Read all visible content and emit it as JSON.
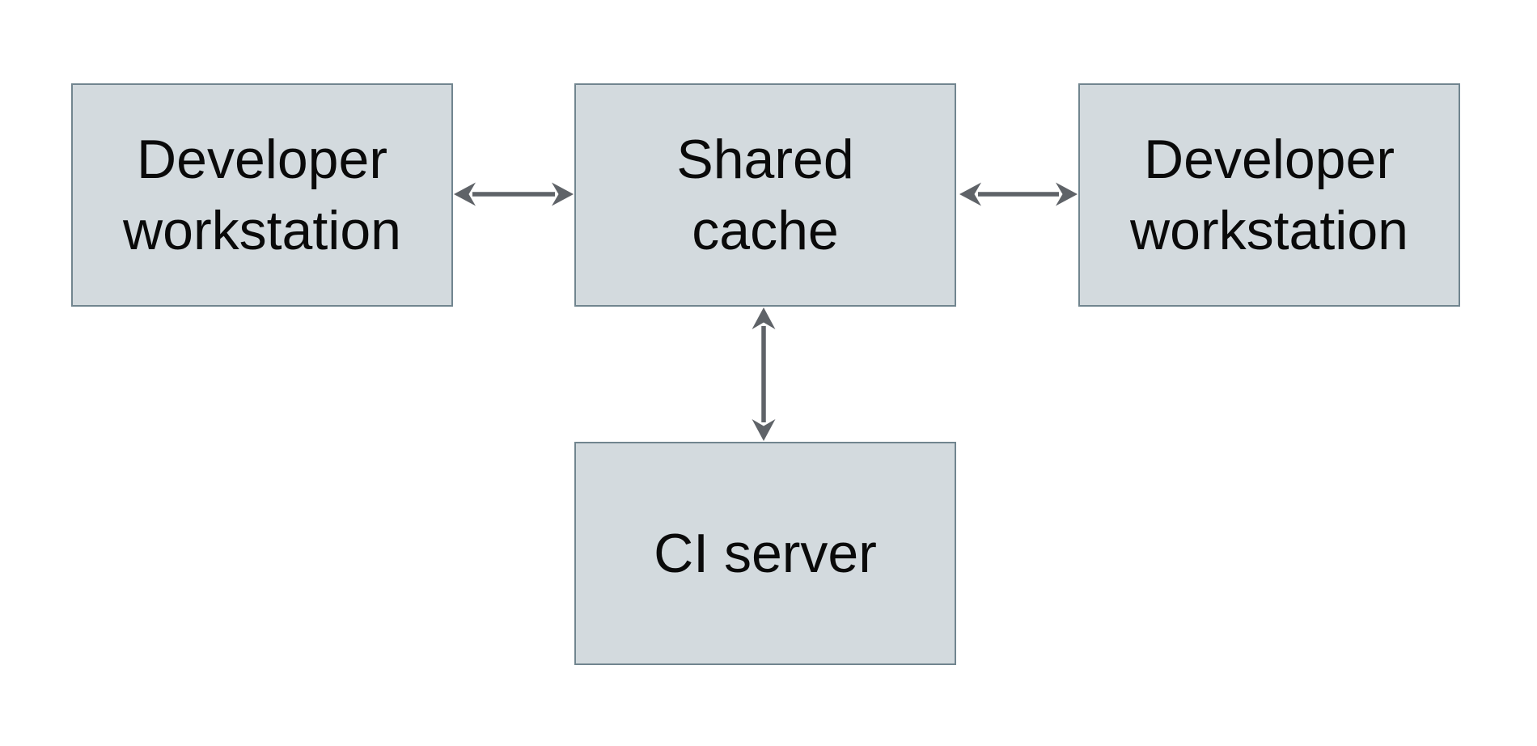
{
  "colors": {
    "background": "#ffffff",
    "node_fill": "#d3dade",
    "node_border": "#71858f",
    "arrow": "#5f6368",
    "text": "#0a0a0a"
  },
  "nodes": {
    "developer_workstation_left": {
      "label": "Developer workstation",
      "lines": [
        "Developer",
        "workstation"
      ]
    },
    "shared_cache": {
      "label": "Shared cache",
      "lines": [
        "Shared",
        "cache"
      ]
    },
    "developer_workstation_right": {
      "label": "Developer workstation",
      "lines": [
        "Developer",
        "workstation"
      ]
    },
    "ci_server": {
      "label": "CI server",
      "lines": [
        "CI server"
      ]
    }
  },
  "edges": [
    {
      "from": "developer-workstation-left",
      "to": "shared-cache",
      "direction": "bidirectional"
    },
    {
      "from": "shared-cache",
      "to": "developer-workstation-right",
      "direction": "bidirectional"
    },
    {
      "from": "shared-cache",
      "to": "ci-server",
      "direction": "bidirectional"
    }
  ]
}
